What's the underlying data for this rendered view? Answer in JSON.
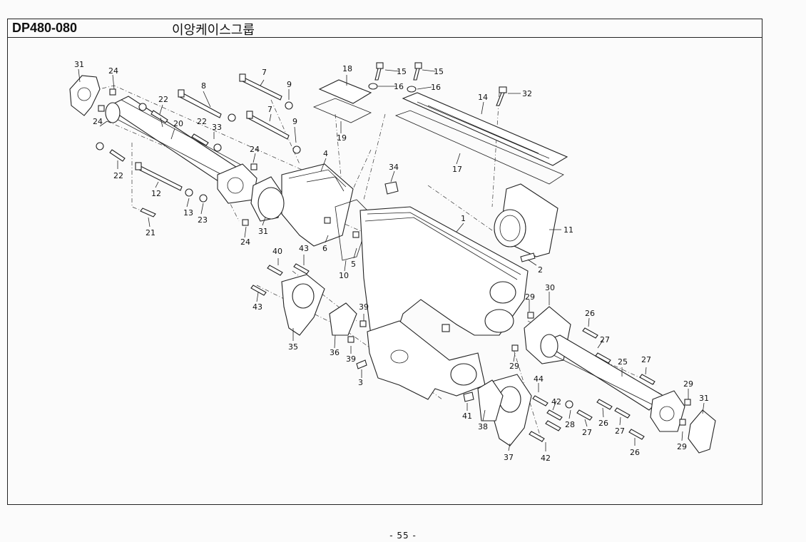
{
  "header": {
    "part_code": "DP480-080",
    "group_title": "이앙케이스그룹"
  },
  "footer": {
    "page_number": "- 55 -"
  },
  "callouts": [
    "31",
    "24",
    "22",
    "20",
    "8",
    "7",
    "9",
    "18",
    "15",
    "16",
    "15",
    "16",
    "14",
    "32",
    "24",
    "22",
    "33",
    "7",
    "9",
    "19",
    "17",
    "24",
    "4",
    "34",
    "22",
    "12",
    "13",
    "23",
    "21",
    "31",
    "6",
    "1",
    "11",
    "24",
    "5",
    "2",
    "40",
    "43",
    "10",
    "43",
    "30",
    "29",
    "26",
    "27",
    "39",
    "35",
    "36",
    "29",
    "39",
    "25",
    "27",
    "3",
    "44",
    "42",
    "29",
    "41",
    "31",
    "38",
    "28",
    "26",
    "27",
    "27",
    "29",
    "37",
    "42",
    "26"
  ]
}
